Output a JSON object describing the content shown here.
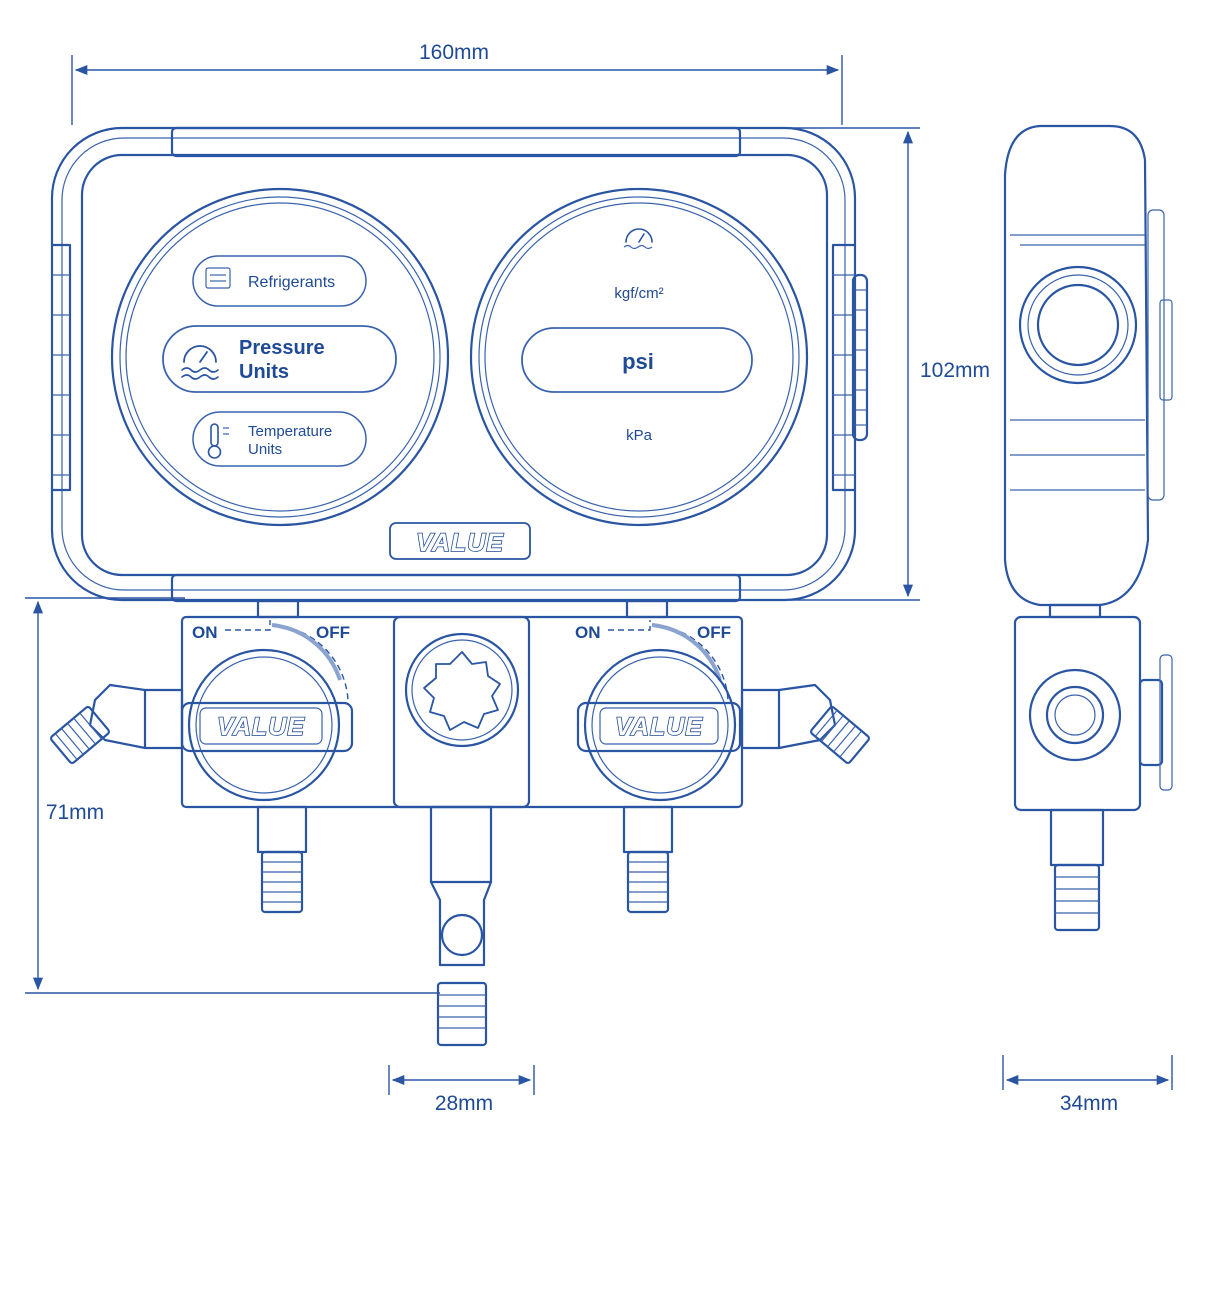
{
  "dimensions": {
    "width": "160mm",
    "height": "102mm",
    "manifold_height": "71mm",
    "center_width": "28mm",
    "depth": "34mm"
  },
  "left_gauge": {
    "refrigerants": "Refrigerants",
    "pressure_line1": "Pressure",
    "pressure_line2": "Units",
    "temperature_line1": "Temperature",
    "temperature_line2": "Units"
  },
  "right_gauge": {
    "unit_top": "kgf/cm²",
    "unit_selected": "psi",
    "unit_bottom": "kPa"
  },
  "brand": "VALUE",
  "valve_left": {
    "on": "ON",
    "off": "OFF",
    "brand": "VALUE"
  },
  "valve_right": {
    "on": "ON",
    "off": "OFF",
    "brand": "VALUE"
  }
}
